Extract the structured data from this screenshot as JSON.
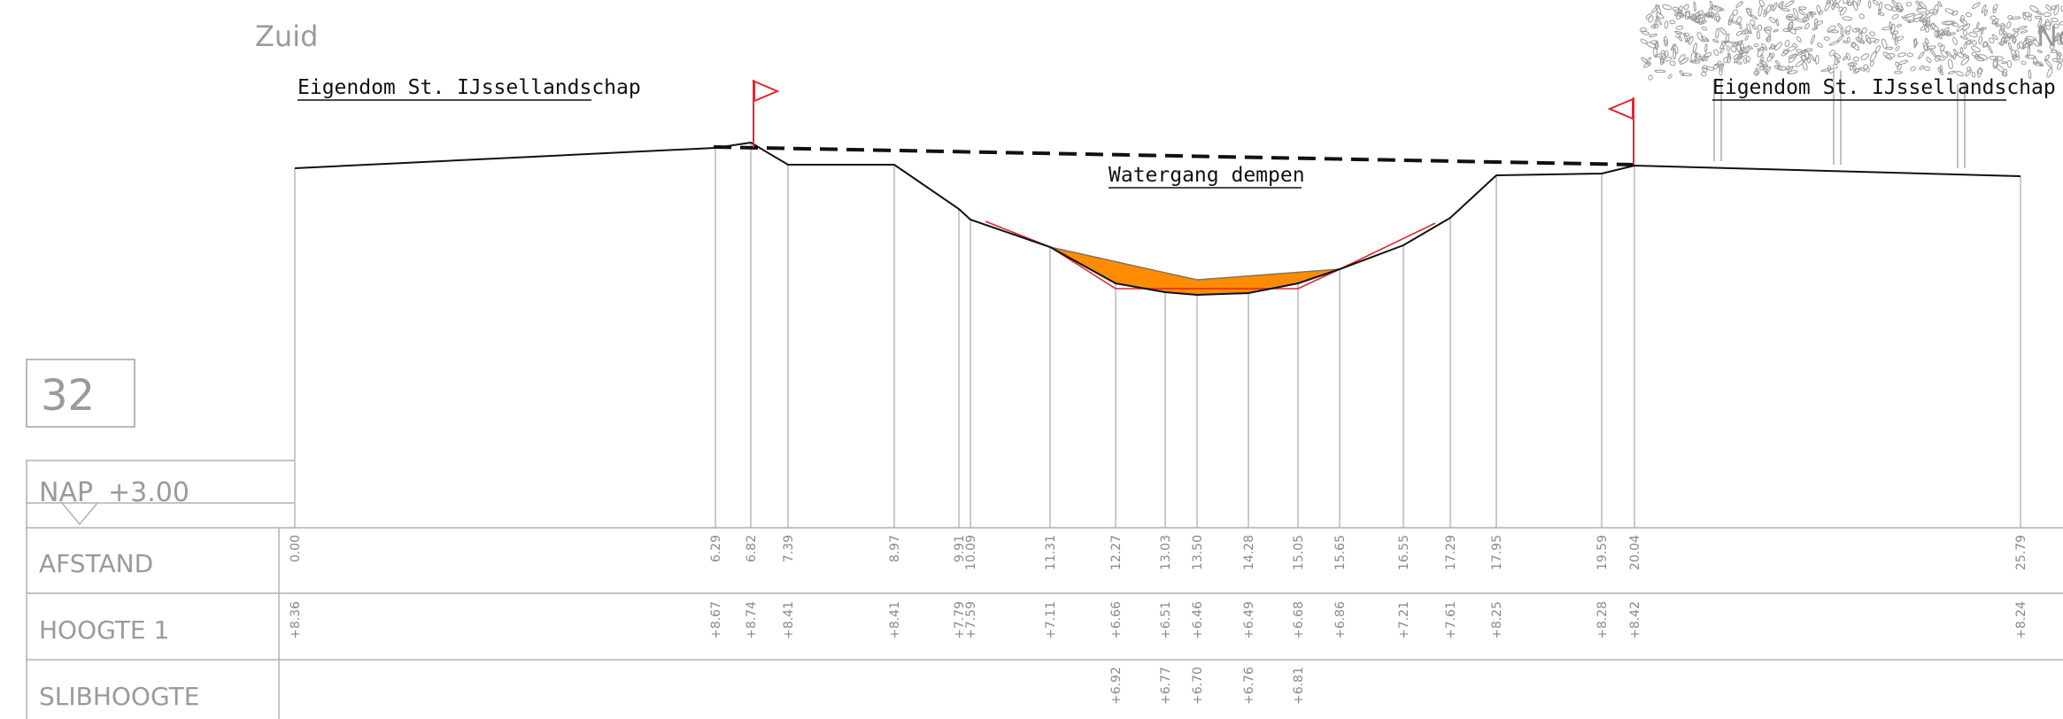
{
  "header": {
    "left_label": "Zuid",
    "right_label": "No"
  },
  "profile_number": "32",
  "property_left": "Eigendom St. IJssellandschap",
  "property_right": "Eigendom St. IJssellandschap",
  "annotation": "Watergang dempen",
  "reference": {
    "label": "NAP",
    "value": "+3.00"
  },
  "table": {
    "row_labels": {
      "afstand": "AFSTAND",
      "hoogte": "HOOGTE 1",
      "slib": "SLIBHOOGTE"
    },
    "stations": [
      {
        "afstand": "0.00",
        "hoogte": "+8.36"
      },
      {
        "afstand": "6.29",
        "hoogte": "+8.67"
      },
      {
        "afstand": "6.82",
        "hoogte": "+8.74"
      },
      {
        "afstand": "7.39",
        "hoogte": "+8.41"
      },
      {
        "afstand": "8.97",
        "hoogte": "+8.41"
      },
      {
        "afstand": "9.91",
        "hoogte": "+7.79"
      },
      {
        "afstand": "10.09",
        "hoogte": "+7.59"
      },
      {
        "afstand": "11.31",
        "hoogte": "+7.11"
      },
      {
        "afstand": "12.27",
        "hoogte": "+6.66",
        "slib": "+6.92"
      },
      {
        "afstand": "13.03",
        "hoogte": "+6.51",
        "slib": "+6.77"
      },
      {
        "afstand": "13.50",
        "hoogte": "+6.46",
        "slib": "+6.70"
      },
      {
        "afstand": "14.28",
        "hoogte": "+6.49",
        "slib": "+6.76"
      },
      {
        "afstand": "15.05",
        "hoogte": "+6.68",
        "slib": "+6.81"
      },
      {
        "afstand": "15.65",
        "hoogte": "+6.86"
      },
      {
        "afstand": "16.55",
        "hoogte": "+7.21"
      },
      {
        "afstand": "17.29",
        "hoogte": "+7.61"
      },
      {
        "afstand": "17.95",
        "hoogte": "+8.25"
      },
      {
        "afstand": "19.59",
        "hoogte": "+8.28"
      },
      {
        "afstand": "20.04",
        "hoogte": "+8.42"
      },
      {
        "afstand": "25.79",
        "hoogte": "+8.24"
      }
    ]
  },
  "colors": {
    "profile_line": "#000000",
    "design_line": "#e8242a",
    "fill_area": "#ff8c00",
    "flag": "#e8242a",
    "grid": "#b8b8b8",
    "text_gray": "#9a9a9a"
  },
  "icons": [
    "flag-icon",
    "tree-icon",
    "nap-marker-icon"
  ]
}
